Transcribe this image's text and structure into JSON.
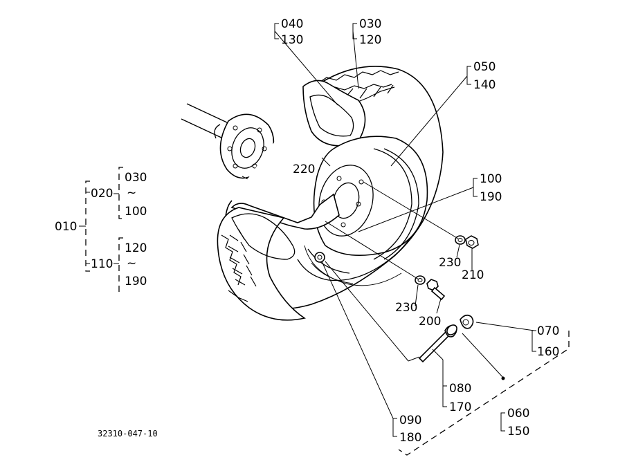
{
  "drawing_code": "32310-047-10",
  "callouts": {
    "c040": "040",
    "c130": "130",
    "c030_top": "030",
    "c120_top": "120",
    "c050": "050",
    "c140": "140",
    "c220": "220",
    "c100_r": "100",
    "c190_r": "190",
    "c230_a": "230",
    "c210": "210",
    "c230_b": "230",
    "c200": "200",
    "c070": "070",
    "c160": "160",
    "c080": "080",
    "c170": "170",
    "c060": "060",
    "c150": "150",
    "c090": "090",
    "c180": "180"
  },
  "assembly_tree": {
    "root": "010",
    "g020": "020",
    "g020_from": "030",
    "g020_to": "100",
    "g110": "110",
    "g110_from": "120",
    "g110_to": "190",
    "tilde": "~"
  }
}
